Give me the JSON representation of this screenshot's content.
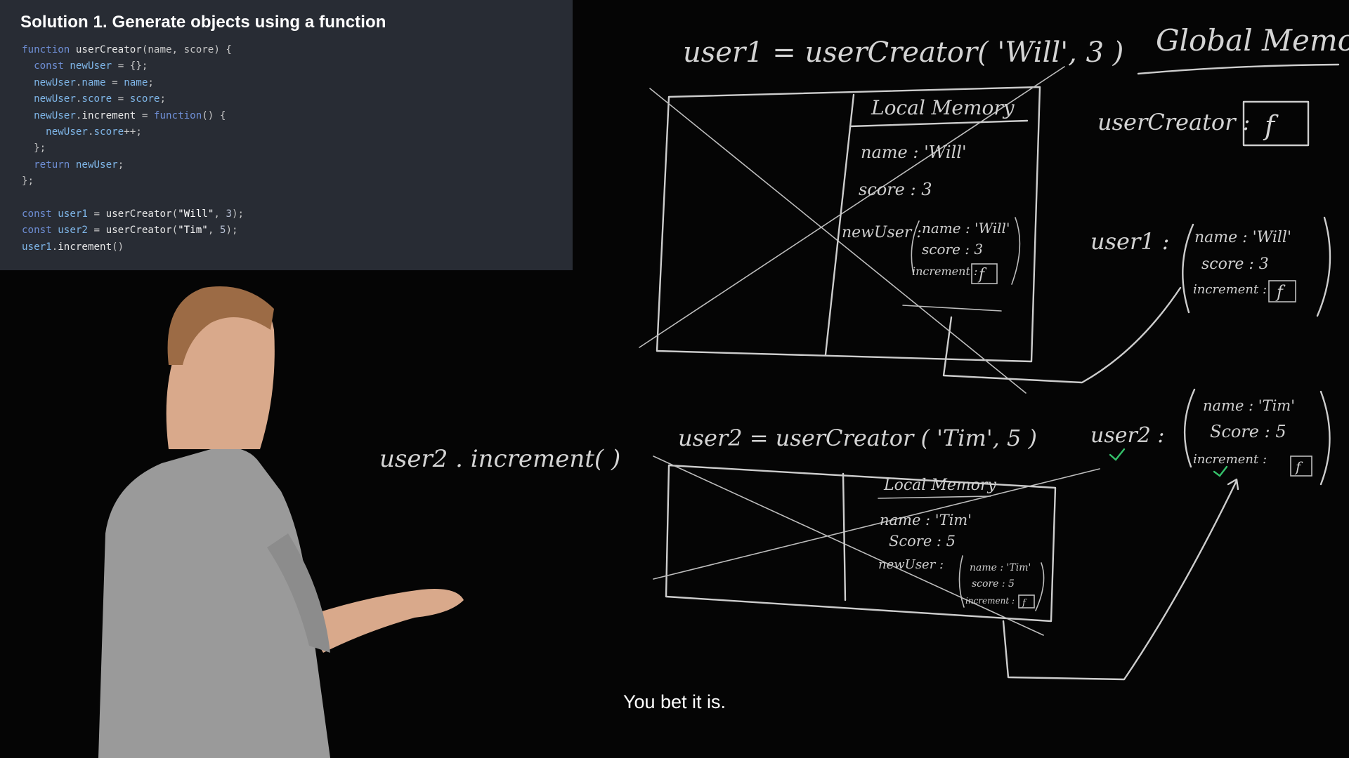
{
  "slide": {
    "title": "Solution 1. Generate objects using a function",
    "code": [
      [
        [
          "kw",
          "function"
        ],
        [
          "fn",
          " userCreator"
        ],
        [
          "pn",
          "(name, score) {"
        ]
      ],
      [
        [
          "pn",
          "  "
        ],
        [
          "kw",
          "const"
        ],
        [
          "vr",
          " newUser"
        ],
        [
          "pn",
          " = {};"
        ]
      ],
      [
        [
          "vr",
          "  newUser"
        ],
        [
          "pn",
          "."
        ],
        [
          "vr",
          "name"
        ],
        [
          "pn",
          " = "
        ],
        [
          "vr",
          "name"
        ],
        [
          "pn",
          ";"
        ]
      ],
      [
        [
          "vr",
          "  newUser"
        ],
        [
          "pn",
          "."
        ],
        [
          "vr",
          "score"
        ],
        [
          "pn",
          " = "
        ],
        [
          "vr",
          "score"
        ],
        [
          "pn",
          ";"
        ]
      ],
      [
        [
          "vr",
          "  newUser"
        ],
        [
          "pn",
          "."
        ],
        [
          "fn",
          "increment"
        ],
        [
          "pn",
          " = "
        ],
        [
          "kw",
          "function"
        ],
        [
          "pn",
          "() {"
        ]
      ],
      [
        [
          "vr",
          "    newUser"
        ],
        [
          "pn",
          "."
        ],
        [
          "vr",
          "score"
        ],
        [
          "pn",
          "++;"
        ]
      ],
      [
        [
          "pn",
          "  };"
        ]
      ],
      [
        [
          "pn",
          "  "
        ],
        [
          "kw",
          "return"
        ],
        [
          "vr",
          " newUser"
        ],
        [
          "pn",
          ";"
        ]
      ],
      [
        [
          "pn",
          "};"
        ]
      ],
      [
        [
          "pn",
          ""
        ]
      ],
      [
        [
          "kw",
          "const"
        ],
        [
          "vr",
          " user1"
        ],
        [
          "pn",
          " = "
        ],
        [
          "fn",
          "userCreator"
        ],
        [
          "pn",
          "("
        ],
        [
          "str",
          "\"Will\""
        ],
        [
          "pn",
          ", "
        ],
        [
          "num",
          "3"
        ],
        [
          "pn",
          ");"
        ]
      ],
      [
        [
          "kw",
          "const"
        ],
        [
          "vr",
          " user2"
        ],
        [
          "pn",
          " = "
        ],
        [
          "fn",
          "userCreator"
        ],
        [
          "pn",
          "("
        ],
        [
          "str",
          "\"Tim\""
        ],
        [
          "pn",
          ", "
        ],
        [
          "num",
          "5"
        ],
        [
          "pn",
          ");"
        ]
      ],
      [
        [
          "vr",
          "user1"
        ],
        [
          "pn",
          "."
        ],
        [
          "fn",
          "increment"
        ],
        [
          "pn",
          "()"
        ]
      ]
    ]
  },
  "whiteboard": {
    "call1": "user1 = userCreator( 'Will', 3 )",
    "global_memory": "Global Memory",
    "local_memory_1": "Local Memory",
    "local_memory_2": "Local Memory",
    "lm1": {
      "name": "name :  'Will'",
      "score": "score :   3",
      "newuser_label": "newUser :",
      "obj_name": "name : 'Will'",
      "obj_score": "score :  3",
      "obj_increment": "increment :"
    },
    "gm_usercreator": "userCreator :",
    "f": "f",
    "gm_user1": {
      "label": "user1  :",
      "name": "name :  'Will'",
      "score": "score :  3",
      "increment": "increment :"
    },
    "side_call": "user2 . increment( )",
    "call2": "user2  =  userCreator ( 'Tim',  5 )",
    "lm2": {
      "name": "name :  'Tim'",
      "score": "Score :   5",
      "newuser_label": "newUser :",
      "obj_name": "name : 'Tim'",
      "obj_score": "score : 5",
      "obj_increment": "increment :"
    },
    "gm_user2": {
      "label": "user2  :",
      "name": "name :  'Tim'",
      "score": "Score :  5",
      "increment": "increment :"
    }
  },
  "subtitle": "You bet it is."
}
